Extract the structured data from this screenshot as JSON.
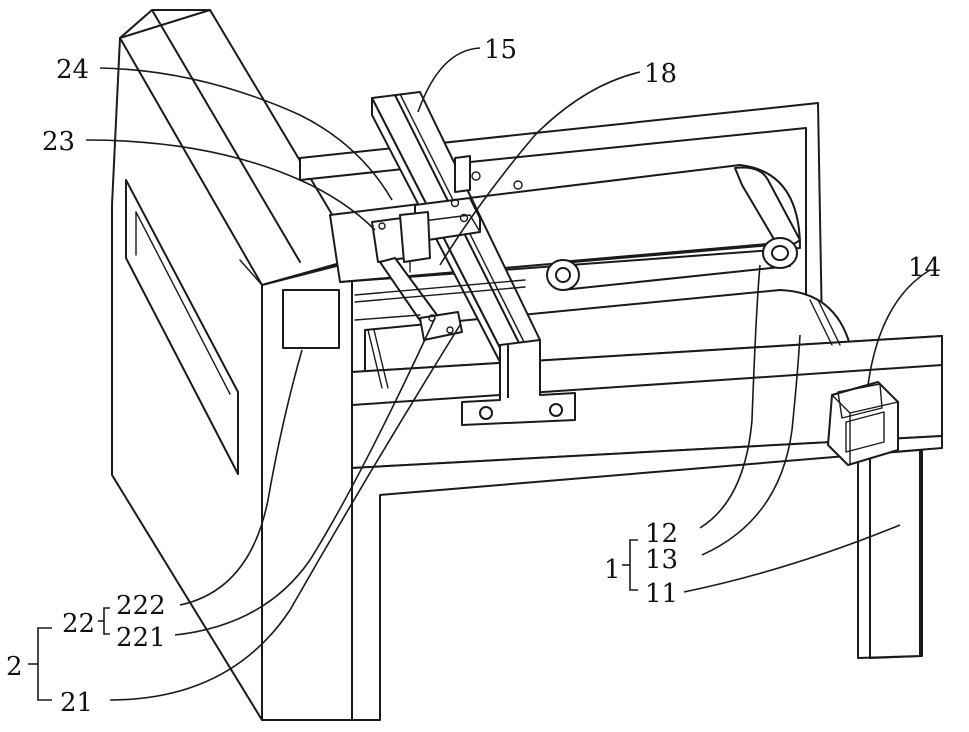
{
  "labels": {
    "l15": "15",
    "l18": "18",
    "l24": "24",
    "l23": "23",
    "l14": "14",
    "l12": "12",
    "l13": "13",
    "l11": "11",
    "l1": "1",
    "l22": "22",
    "l222": "222",
    "l221": "221",
    "l2": "2",
    "l21": "21"
  }
}
